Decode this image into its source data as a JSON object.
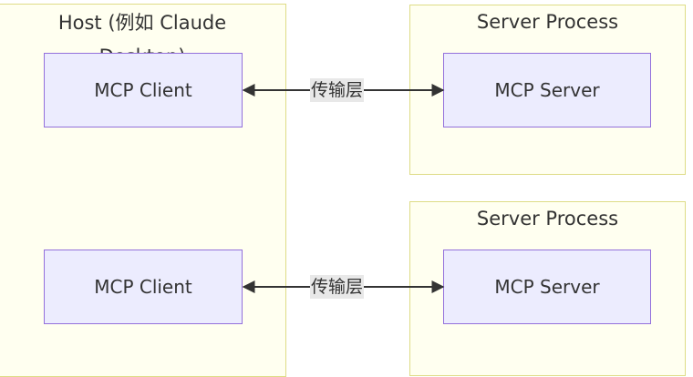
{
  "host_group": {
    "title": "Host (例如 Claude Desktop)"
  },
  "server_groups": [
    {
      "title": "Server Process"
    },
    {
      "title": "Server Process"
    }
  ],
  "clients": [
    {
      "label": "MCP Client"
    },
    {
      "label": "MCP Client"
    }
  ],
  "servers": [
    {
      "label": "MCP Server"
    },
    {
      "label": "MCP Server"
    }
  ],
  "edges": [
    {
      "label": "传输层",
      "bidirectional": true
    },
    {
      "label": "传输层",
      "bidirectional": true
    }
  ],
  "colors": {
    "group_fill": "#fffff0",
    "group_border": "#dedc86",
    "node_fill": "#ececfe",
    "node_border": "#9370db",
    "edge_stroke": "#333333",
    "edge_label_bg": "#e8e8e8"
  }
}
